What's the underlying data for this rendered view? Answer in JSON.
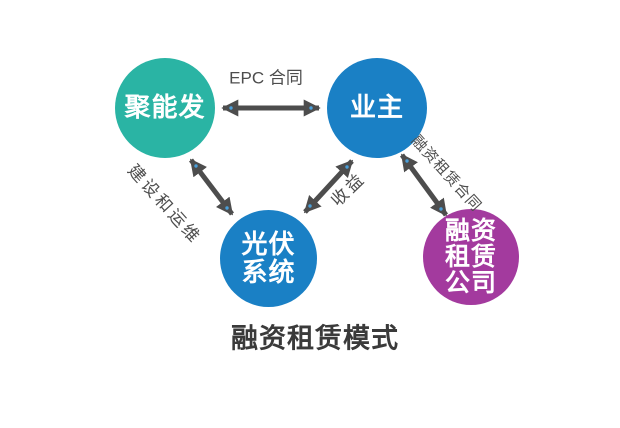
{
  "diagram": {
    "title": "融资租赁模式",
    "nodes": {
      "epc_contractor": {
        "label": "聚能发",
        "color": "#2ab4a4"
      },
      "owner": {
        "label": "业主",
        "color": "#1a80c5"
      },
      "pv_system": {
        "lines": [
          "光伏",
          "系统"
        ],
        "color": "#1a80c5"
      },
      "leasing_company": {
        "lines": [
          "融资",
          "租赁",
          "公司"
        ],
        "color": "#a33a9e"
      }
    },
    "edges": {
      "epc": {
        "label": "EPC 合同"
      },
      "build_om": {
        "label": "建设和运维"
      },
      "revenue": {
        "label": "收益"
      },
      "lease": {
        "label": "融资租赁合同"
      }
    },
    "colors": {
      "arrow": "#4d4d4d",
      "label_text": "#4d4d4d",
      "title_text": "#3a3a3a",
      "endpoint_dot": "#4aa3e0"
    }
  }
}
